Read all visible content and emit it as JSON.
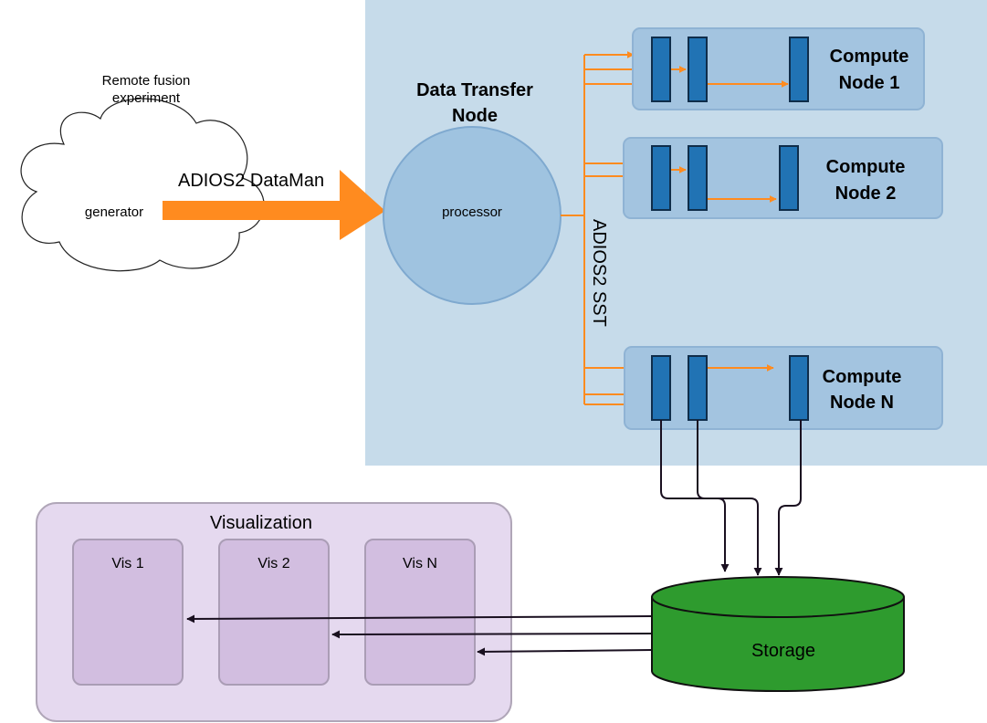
{
  "cloud": {
    "title_line1": "Remote fusion",
    "title_line2": "experiment",
    "label": "generator"
  },
  "dataman_label": "ADIOS2 DataMan",
  "dtn": {
    "title_line1": "Data Transfer",
    "title_line2": "Node",
    "processor_label": "processor"
  },
  "sst_label": "ADIOS2 SST",
  "compute_nodes": [
    {
      "line1": "Compute",
      "line2": "Node 1"
    },
    {
      "line1": "Compute",
      "line2": "Node 2"
    },
    {
      "line1": "Compute",
      "line2": "Node N"
    }
  ],
  "visualization": {
    "title": "Visualization",
    "items": [
      "Vis 1",
      "Vis 2",
      "Vis N"
    ]
  },
  "storage_label": "Storage",
  "colors": {
    "dtn_bg": "#c6dbea",
    "node_fill": "#a3c4e0",
    "node_stroke": "#8fb3d4",
    "bar_fill": "#2173b4",
    "orange": "#ff8b1f",
    "processor_fill": "#9fc3e0",
    "vis_bg": "#e5d9ef",
    "vis_item": "#d2bee0",
    "storage": "#2e9b2e"
  }
}
